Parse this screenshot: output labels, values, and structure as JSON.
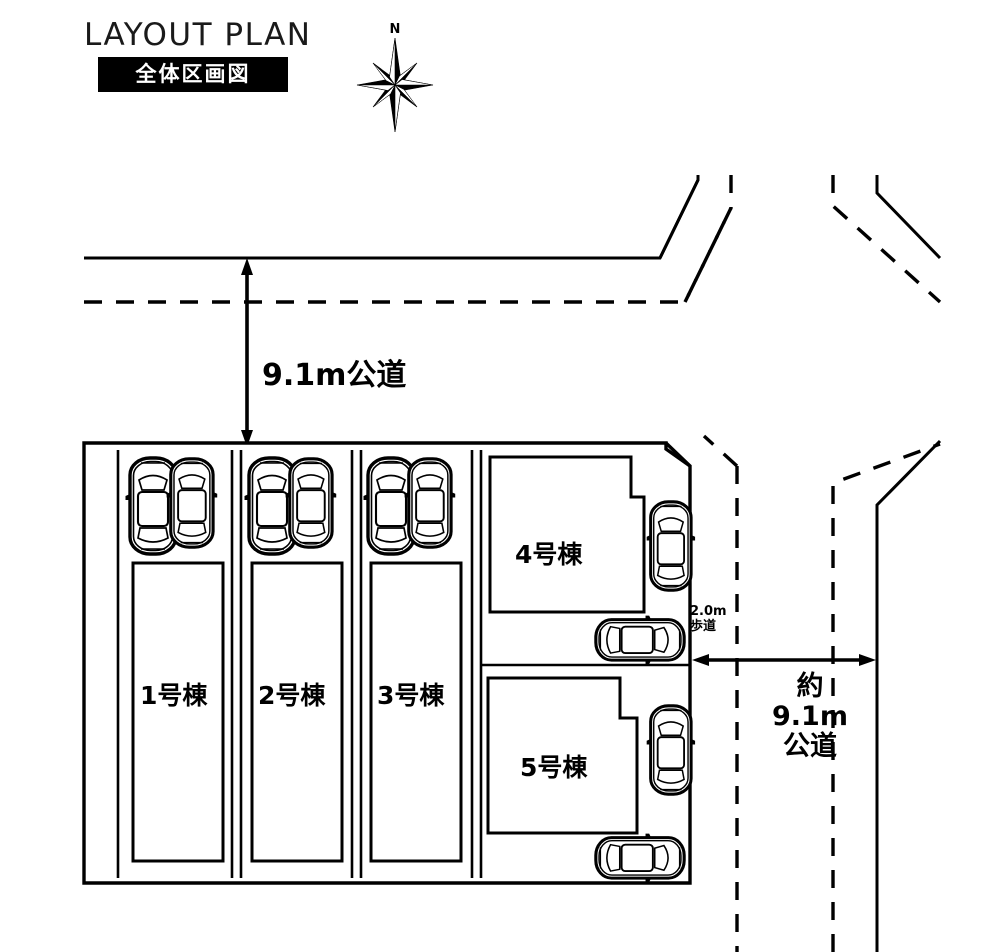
{
  "title": {
    "en": "LAYOUT PLAN",
    "jp": "全体区画図"
  },
  "compass": {
    "north_label": "N",
    "icon": "compass-rose-icon"
  },
  "annotations": {
    "road_top": "9.1m公道",
    "sidewalk": "2.0m\n歩道",
    "sidewalk_line1": "2.0m",
    "sidewalk_line2": "歩道",
    "road_right_line1": "約",
    "road_right_line2": "9.1m",
    "road_right_line3": "公道"
  },
  "buildings": [
    {
      "id": "b1",
      "label": "1号棟"
    },
    {
      "id": "b2",
      "label": "2号棟"
    },
    {
      "id": "b3",
      "label": "3号棟"
    },
    {
      "id": "b4",
      "label": "4号棟"
    },
    {
      "id": "b5",
      "label": "5号棟"
    }
  ],
  "colors": {
    "ink": "#000000",
    "paper": "#ffffff",
    "banner": "#000000",
    "banner_text": "#ffffff"
  }
}
